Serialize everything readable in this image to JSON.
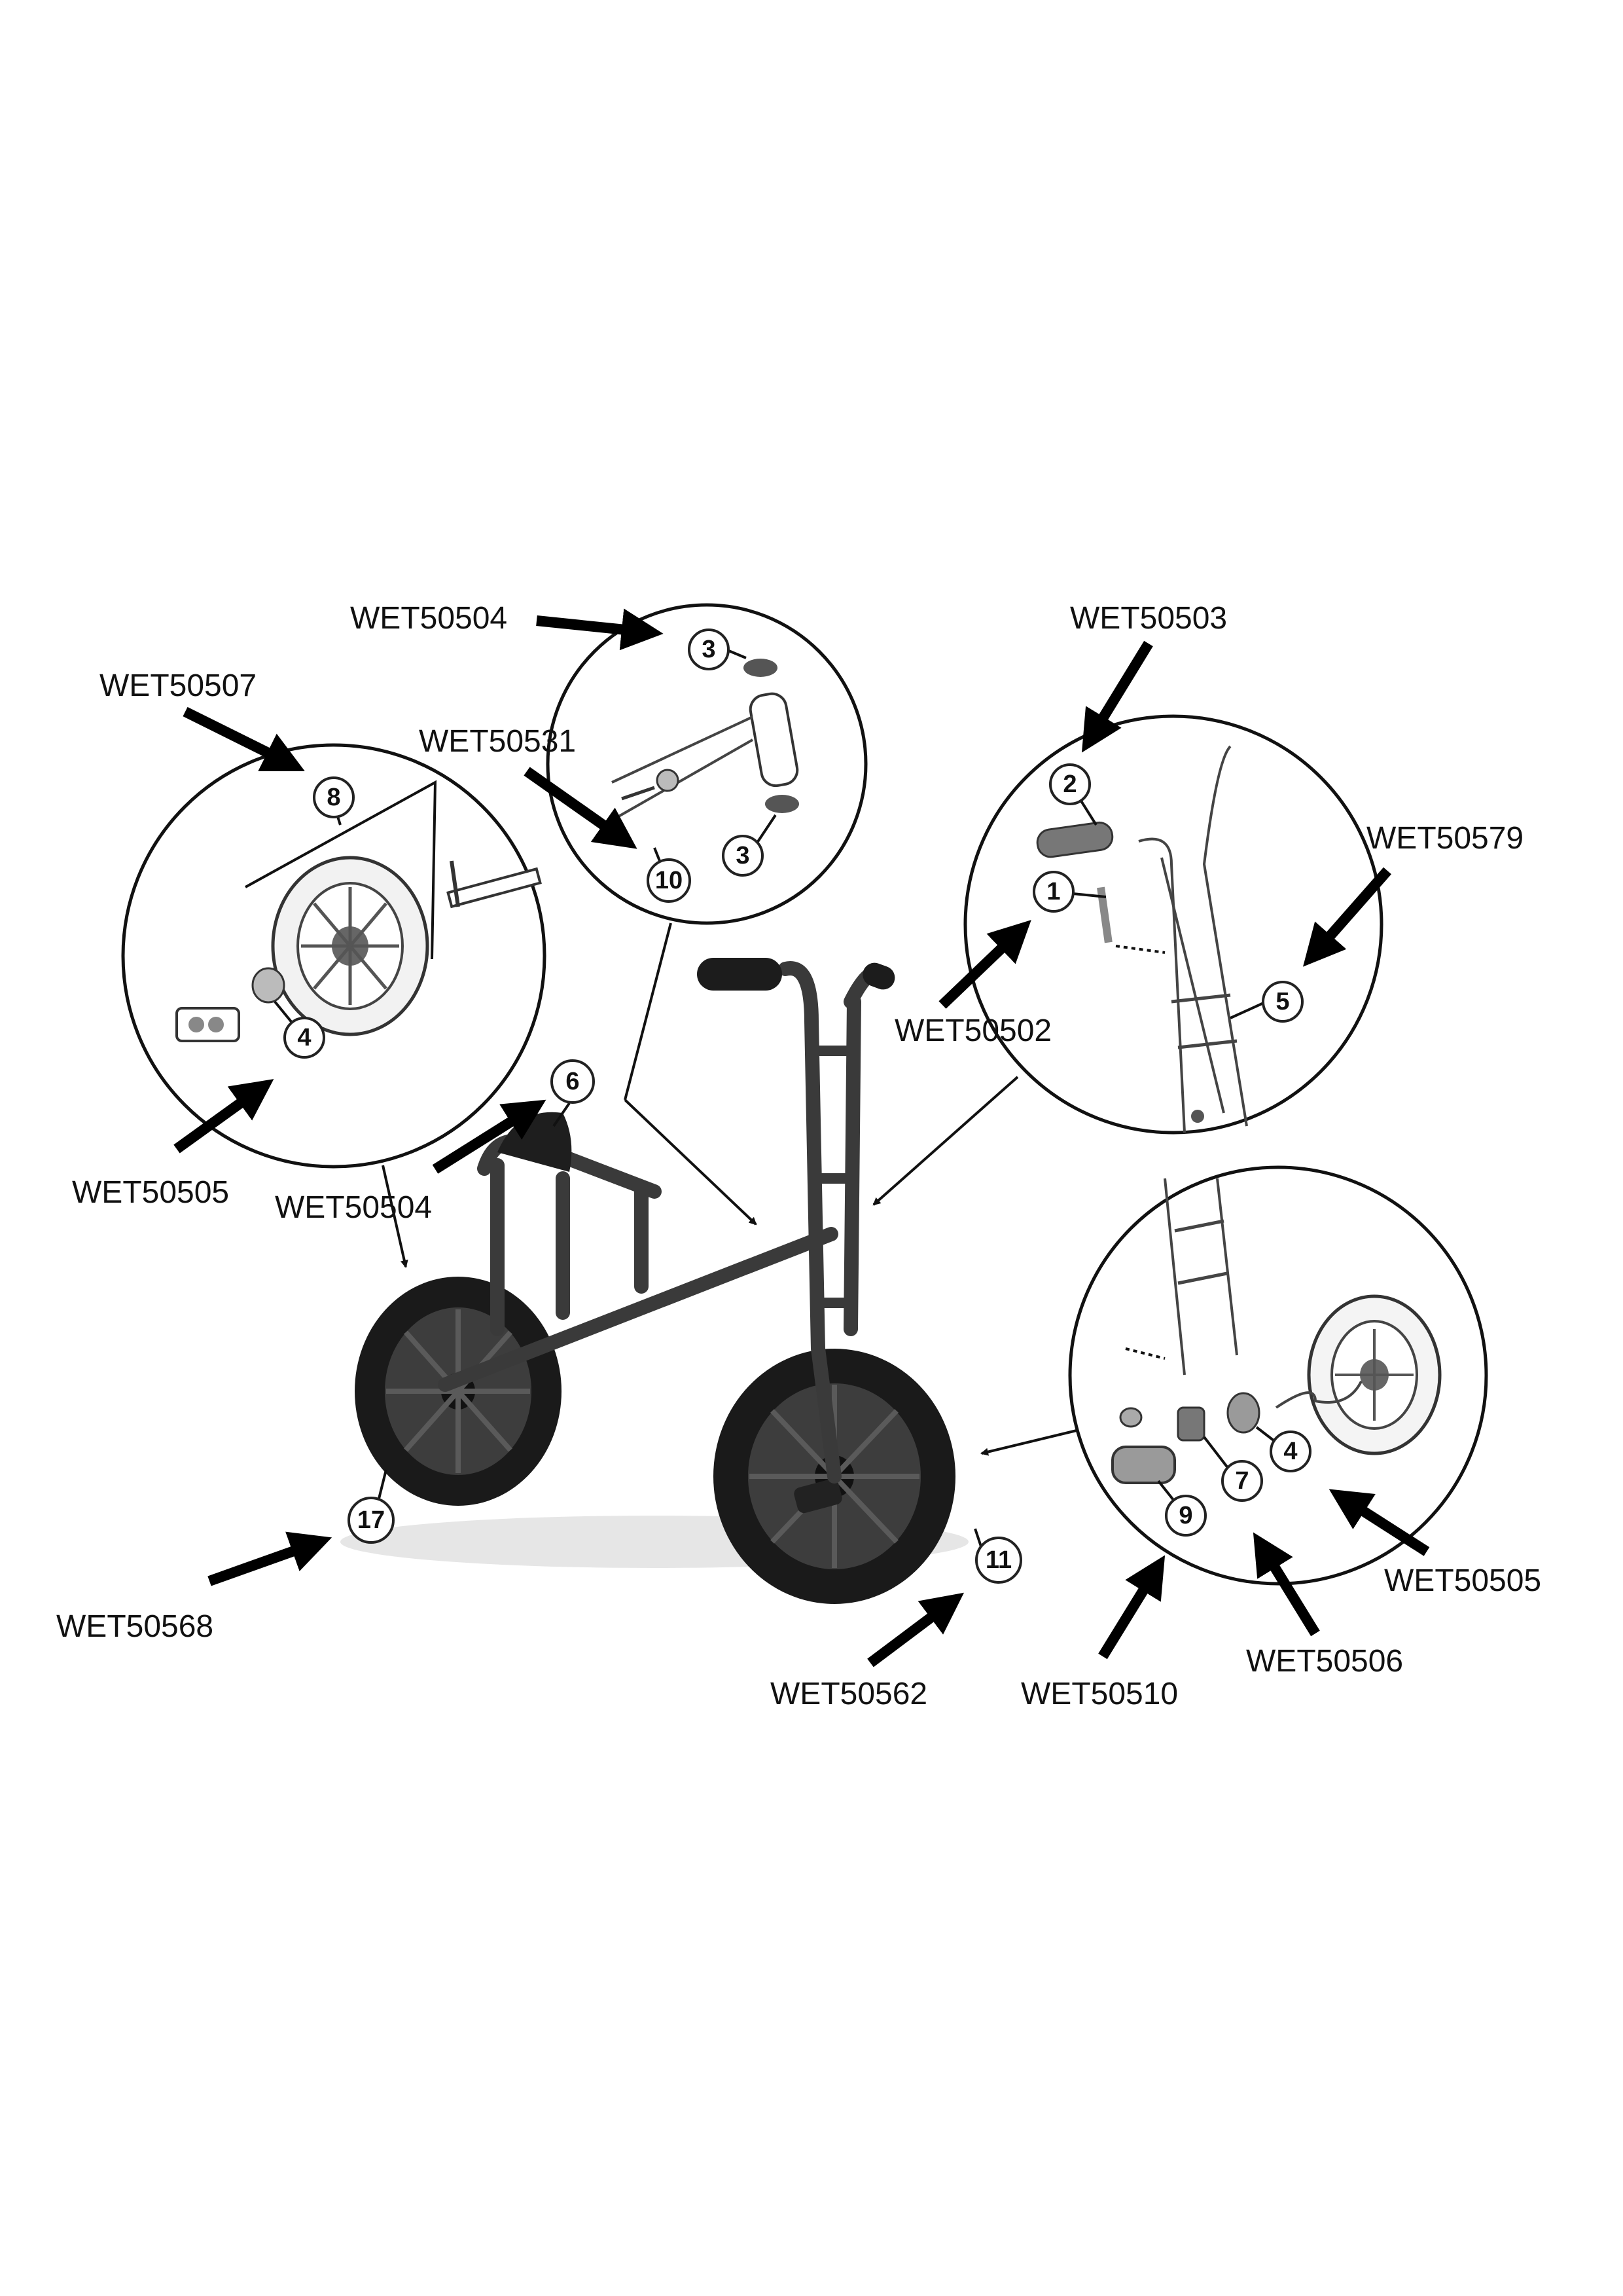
{
  "colors": {
    "ink": "#111111",
    "frame": "#3a3a3a",
    "tyre": "#1a1a1a",
    "background": "#ffffff"
  },
  "codes": {
    "c1": "WET50504",
    "c2": "WET50503",
    "c3": "WET50507",
    "c4": "WET50531",
    "c5": "WET50579",
    "c6": "WET50502",
    "c7": "WET50505",
    "c8": "WET50504",
    "c9": "WET50568",
    "c10": "WET50562",
    "c11": "WET50510",
    "c12": "WET50506",
    "c13": "WET50505"
  },
  "badges": {
    "b3a": "3",
    "b3b": "3",
    "b10": "10",
    "b8": "8",
    "b4a": "4",
    "b2": "2",
    "b1": "1",
    "b5": "5",
    "b6": "6",
    "b17": "17",
    "b11": "11",
    "b4b": "4",
    "b7": "7",
    "b9": "9"
  }
}
